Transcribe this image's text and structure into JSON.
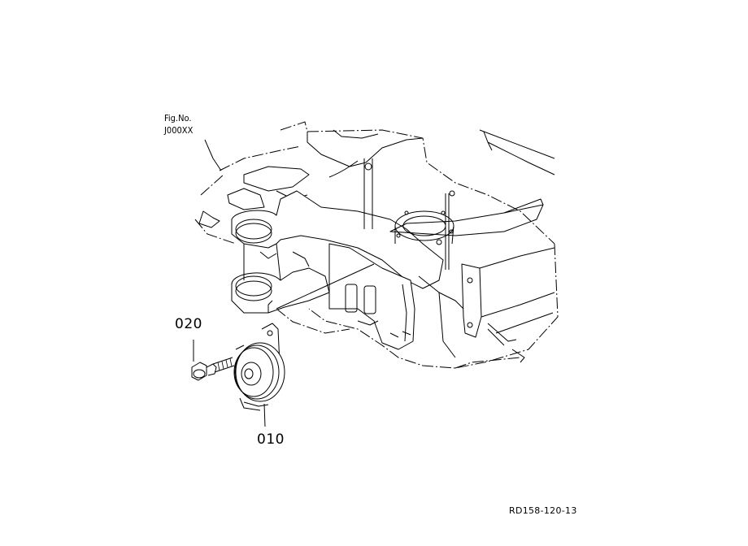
{
  "figure": {
    "fig_label": "Fig.No.",
    "fig_number": "J000XX",
    "reference_code": "RD158-120-13"
  },
  "parts": [
    {
      "number": "020",
      "name": "bolt"
    },
    {
      "number": "010",
      "name": "horn"
    }
  ]
}
